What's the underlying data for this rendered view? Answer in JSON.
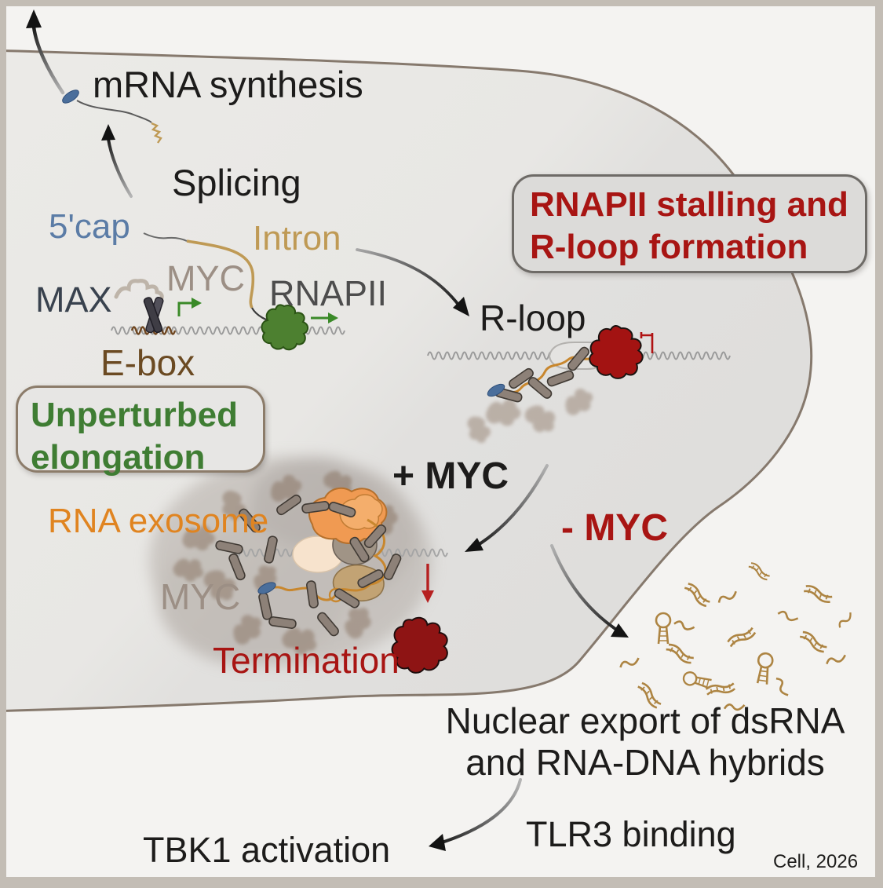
{
  "figure": {
    "credit": "Cell, 2026",
    "labels": {
      "mrna_synthesis": "mRNA synthesis",
      "splicing": "Splicing",
      "five_cap": "5'cap",
      "intron": "Intron",
      "myc_gene": "MYC",
      "max": "MAX",
      "rnapii": "RNAPII",
      "ebox": "E-box",
      "r_loop": "R-loop",
      "plus_myc": "+ MYC",
      "minus_myc": "- MYC",
      "rna_exosome": "RNA exosome",
      "myc_condensate": "MYC",
      "termination": "Termination",
      "nuclear_export_line1": "Nuclear export of dsRNA",
      "nuclear_export_line2": "and RNA-DNA hybrids",
      "tlr3_binding": "TLR3 binding",
      "tbk1_activation": "TBK1 activation"
    },
    "callouts": {
      "stalling_line1": "RNAPII stalling and",
      "stalling_line2": "R-loop formation",
      "unperturbed_line1": "Unperturbed",
      "unperturbed_line2": "elongation"
    },
    "colors": {
      "black_text": "#1d1c1b",
      "dark_red": "#a81513",
      "green": "#3f7d33",
      "orange": "#e08420",
      "tan": "#bf9a55",
      "taupe": "#9c8f85",
      "steel_blue": "#5b7ca6",
      "brown": "#6b4a22",
      "dark_slate": "#39424e",
      "gray_label": "#4d4d4d",
      "nucleus_fill": "#e4e3e1",
      "nucleus_edge": "#86796d",
      "cytoplasm": "#f4f3f1",
      "frame": "#c3bdb5",
      "green_polymerase": "#4d8030",
      "red_polymerase": "#a31312",
      "dark_red_polymerase": "#8e1414",
      "dna_gray": "#9a9a9a",
      "protein_cylinder": "#8d8178",
      "exosome_orange": "#f09a52",
      "rna_orange": "#c8872e",
      "fragment_tan": "#ad8442",
      "cap_blue": "#4a6e9b",
      "arrow_black": "#131313",
      "arrow_red": "#b62020"
    }
  }
}
